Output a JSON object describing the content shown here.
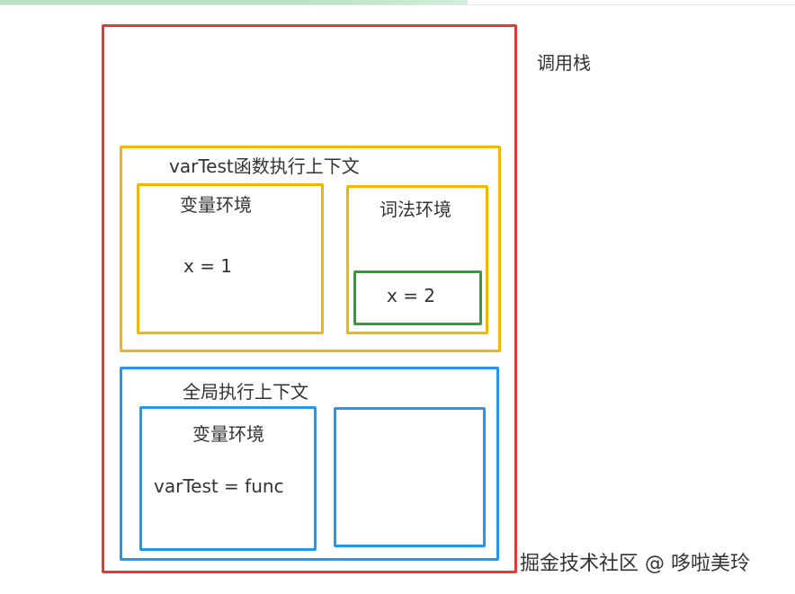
{
  "diagram": {
    "call_stack": {
      "label": "调用栈",
      "border_color": "#e53935"
    },
    "var_test_context": {
      "label": "varTest函数执行上下文",
      "border_color": "#f2b705",
      "variable_env": {
        "label": "变量环境",
        "content": "x = 1"
      },
      "lexical_env": {
        "label": "词法环境",
        "inner_block": {
          "content": "x = 2",
          "border_color": "#2e9e36"
        }
      }
    },
    "global_context": {
      "label": "全局执行上下文",
      "border_color": "#2196f3",
      "variable_env": {
        "label": "变量环境",
        "content": "varTest = func"
      }
    }
  },
  "watermark": {
    "text": "掘金技术社区 @ 哆啦美玲"
  }
}
